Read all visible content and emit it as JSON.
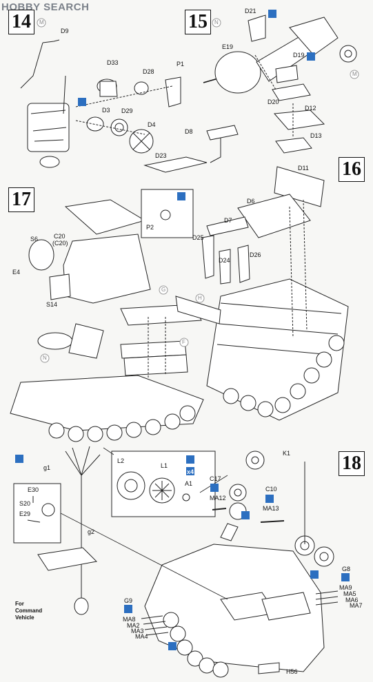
{
  "header": {
    "logo_text": "HOBBY SEARCH"
  },
  "steps": {
    "s14": "14",
    "s15": "15",
    "s16": "16",
    "s17": "17",
    "s18": "18"
  },
  "callouts": {
    "m": "M",
    "n": "N",
    "g": "G",
    "h": "H",
    "f": "F"
  },
  "parts": {
    "D9": "D9",
    "D33": "D33",
    "D28": "D28",
    "P1": "P1",
    "D3": "D3",
    "D29": "D29",
    "D4": "D4",
    "D23": "D23",
    "D8": "D8",
    "D21": "D21",
    "E19": "E19",
    "D19": "D19",
    "D20": "D20",
    "D12": "D12",
    "D13": "D13",
    "D11": "D11",
    "D6": "D6",
    "D7": "D7",
    "D25": "D25",
    "D24": "D24",
    "D26": "D26",
    "P2": "P2",
    "S6": "S6",
    "C20": "C20",
    "C20b": "(C20)",
    "E4": "E4",
    "S14": "S14",
    "L2": "L2",
    "L1": "L1",
    "A1": "A1",
    "x4": "x4",
    "g1": "g1",
    "E30": "E30",
    "S20": "S20",
    "E29": "E29",
    "g2": "g2",
    "K1": "K1",
    "C17": "C17",
    "MA12": "MA12",
    "C10": "C10",
    "MA13": "MA13",
    "G8": "G8",
    "MA9": "MA9",
    "MA5": "MA5",
    "MA6": "MA6",
    "MA7": "MA7",
    "G9": "G9",
    "MA8": "MA8",
    "MA2": "MA2",
    "MA3": "MA3",
    "MA4": "MA4",
    "H56": "H56"
  },
  "notes": {
    "command_line1": "For",
    "command_line2": "Command",
    "command_line3": "Vehicle"
  },
  "colors": {
    "accent": "#2c6fc0",
    "ink": "#111111",
    "paper": "#f7f7f5"
  }
}
